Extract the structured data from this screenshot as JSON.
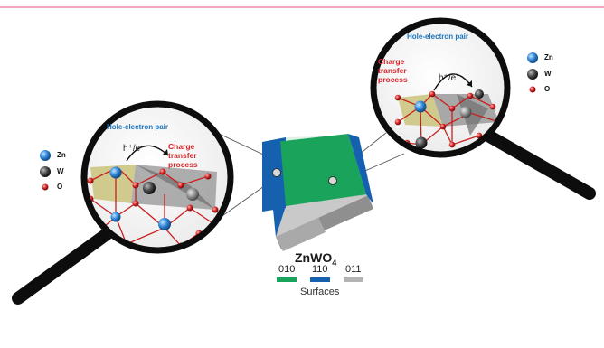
{
  "compound": {
    "base": "ZnWO",
    "subscript": "4"
  },
  "surfaces": {
    "caption": "Surfaces",
    "items": [
      {
        "code": "010",
        "color": "#1aa35a"
      },
      {
        "code": "110",
        "color": "#1561b0"
      },
      {
        "code": "011",
        "color": "#b3b3b3"
      }
    ]
  },
  "left_lens": {
    "pair_label": "Hole-electron pair",
    "process_label": "Charge\ntransfer\nprocess",
    "transfer": "h⁺/e⁻"
  },
  "right_lens": {
    "pair_label": "Hole-electron pair",
    "process_label": "Charge\ntransfer\nprocess",
    "transfer": "h⁺/e⁻"
  },
  "legend_left": [
    {
      "symbol": "Zn",
      "color": "#2f86d9"
    },
    {
      "symbol": "W",
      "color": "#3a3a3a"
    },
    {
      "symbol": "O",
      "color": "#d32222"
    }
  ],
  "legend_right": [
    {
      "symbol": "Zn",
      "color": "#2f86d9"
    },
    {
      "symbol": "W",
      "color": "#3a3a3a"
    },
    {
      "symbol": "O",
      "color": "#d32222"
    }
  ],
  "colors": {
    "top_rule": "#e8739c",
    "lens_ring": "#0d0d0d"
  }
}
